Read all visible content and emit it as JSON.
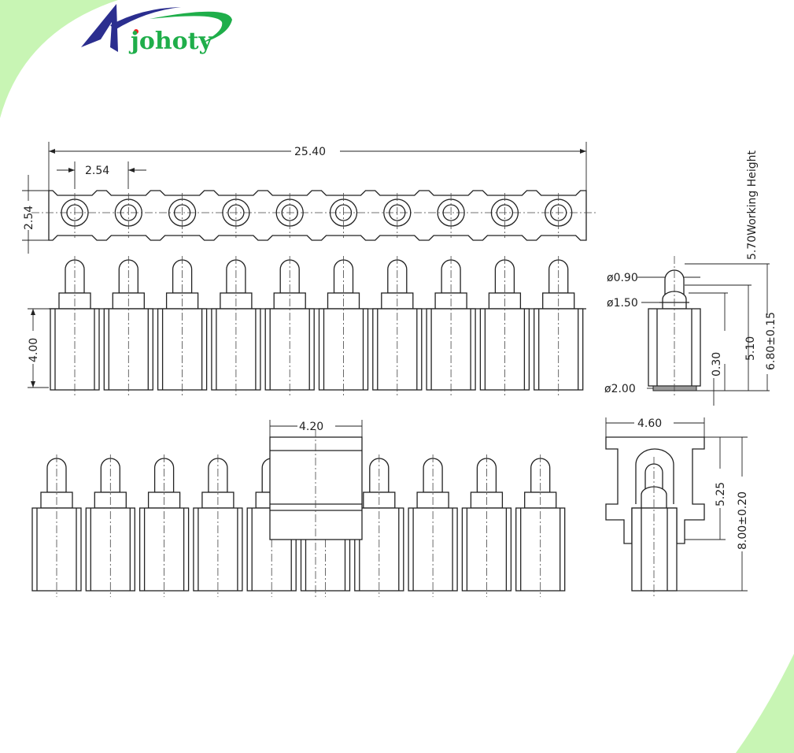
{
  "logo": {
    "text": "johoty",
    "colors": {
      "green": "#1fae4a",
      "blue": "#2b2e8f",
      "accent_bg": "#c8f5b4"
    }
  },
  "dimensions": {
    "overall_length": "25.40",
    "pitch": "2.54",
    "strip_width": "2.54",
    "body_height": "4.00",
    "tip_diameter": "ø0.90",
    "collar_diameter": "ø1.50",
    "base_diameter": "ø2.00",
    "working_height": "5.70Working  Height",
    "total_height": "6.80±0.15",
    "body_to_collar": "5.10",
    "base_thickness": "0.30",
    "fixture_width_front": "4.20",
    "fixture_width_side": "4.60",
    "fixture_height": "5.25",
    "fixture_total": "8.00±0.20"
  },
  "pin_count": 10
}
